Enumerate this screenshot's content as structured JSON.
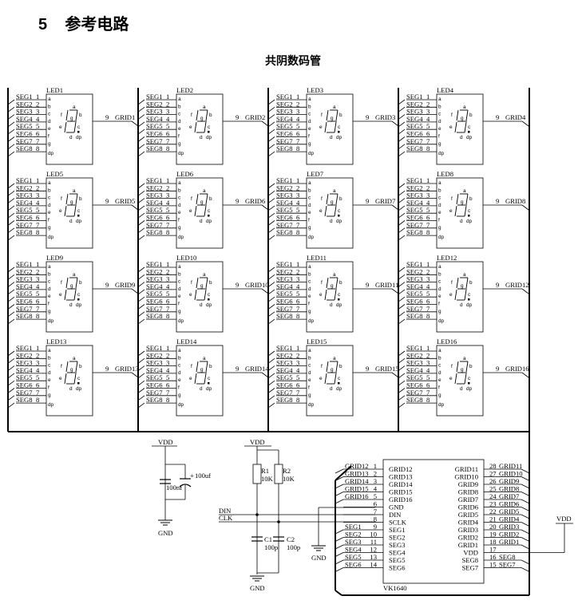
{
  "heading": {
    "number": "5",
    "title": "参考电路"
  },
  "diagram_title": "共阴数码管",
  "led_block": {
    "seg_labels": [
      "SEG1",
      "SEG2",
      "SEG3",
      "SEG4",
      "SEG5",
      "SEG6",
      "SEG7",
      "SEG8"
    ],
    "pin_numbers": [
      "1",
      "2",
      "3",
      "4",
      "5",
      "6",
      "7",
      "8"
    ],
    "seg_letters": [
      "a",
      "b",
      "c",
      "d",
      "e",
      "f",
      "g",
      "dp"
    ],
    "display_letters": {
      "a": "a",
      "b": "b",
      "c": "c",
      "d": "d",
      "e": "e",
      "f": "f",
      "g": "g",
      "dp": "dp"
    },
    "common_pin": "9"
  },
  "leds": [
    {
      "name": "LED1",
      "grid": "GRID1"
    },
    {
      "name": "LED2",
      "grid": "GRID2"
    },
    {
      "name": "LED3",
      "grid": "GRID3"
    },
    {
      "name": "LED4",
      "grid": "GRID4"
    },
    {
      "name": "LED5",
      "grid": "GRID5"
    },
    {
      "name": "LED6",
      "grid": "GRID6"
    },
    {
      "name": "LED7",
      "grid": "GRID7"
    },
    {
      "name": "LED8",
      "grid": "GRID8"
    },
    {
      "name": "LED9",
      "grid": "GRID9"
    },
    {
      "name": "LED10",
      "grid": "GRID10"
    },
    {
      "name": "LED11",
      "grid": "GRID11"
    },
    {
      "name": "LED12",
      "grid": "GRID12"
    },
    {
      "name": "LED13",
      "grid": "GRID13"
    },
    {
      "name": "LED14",
      "grid": "GRID14"
    },
    {
      "name": "LED15",
      "grid": "GRID15"
    },
    {
      "name": "LED16",
      "grid": "GRID16"
    }
  ],
  "power_filter": {
    "vdd": "VDD",
    "gnd": "GND",
    "cap_small": "100nf",
    "cap_large": "100uf",
    "polarity": "+"
  },
  "pullups": {
    "vdd": "VDD",
    "gnd": "GND",
    "r1_name": "R1",
    "r1_value": "10K",
    "r2_name": "R2",
    "r2_value": "10K",
    "c1_name": "C1",
    "c1_value": "100p",
    "c2_name": "C2",
    "c2_value": "100p",
    "din": "DIN",
    "clk": "CLK"
  },
  "ic": {
    "name": "VK1640",
    "left_pins": [
      {
        "net": "GRID12",
        "num": "1",
        "label": "GRID12"
      },
      {
        "net": "GRID13",
        "num": "2",
        "label": "GRID13"
      },
      {
        "net": "GRID14",
        "num": "3",
        "label": "GRID14"
      },
      {
        "net": "GRID15",
        "num": "4",
        "label": "GRID15"
      },
      {
        "net": "GRID16",
        "num": "5",
        "label": "GRID16"
      },
      {
        "net": "",
        "num": "6",
        "label": "GND"
      },
      {
        "net": "",
        "num": "7",
        "label": "DIN"
      },
      {
        "net": "",
        "num": "8",
        "label": "SCLK"
      },
      {
        "net": "SEG1",
        "num": "9",
        "label": "SEG1"
      },
      {
        "net": "SEG2",
        "num": "10",
        "label": "SEG2"
      },
      {
        "net": "SEG3",
        "num": "11",
        "label": "SEG3"
      },
      {
        "net": "SEG4",
        "num": "12",
        "label": "SEG4"
      },
      {
        "net": "SEG5",
        "num": "13",
        "label": "SEG5"
      },
      {
        "net": "SEG6",
        "num": "14",
        "label": "SEG6"
      }
    ],
    "right_pins": [
      {
        "label": "GRID11",
        "num": "28",
        "net": "GRID11"
      },
      {
        "label": "GRID10",
        "num": "27",
        "net": "GRID10"
      },
      {
        "label": "GRID9",
        "num": "26",
        "net": "GRID9"
      },
      {
        "label": "GRID8",
        "num": "25",
        "net": "GRID8"
      },
      {
        "label": "GRID7",
        "num": "24",
        "net": "GRID7"
      },
      {
        "label": "GRID6",
        "num": "23",
        "net": "GRID6"
      },
      {
        "label": "GRID5",
        "num": "22",
        "net": "GRID5"
      },
      {
        "label": "GRID4",
        "num": "21",
        "net": "GRID4"
      },
      {
        "label": "GRID3",
        "num": "20",
        "net": "GRID3"
      },
      {
        "label": "GRID2",
        "num": "19",
        "net": "GRID2"
      },
      {
        "label": "GRID1",
        "num": "18",
        "net": "GRID1"
      },
      {
        "label": "VDD",
        "num": "17",
        "net": ""
      },
      {
        "label": "SEG8",
        "num": "16",
        "net": "SEG8"
      },
      {
        "label": "SEG7",
        "num": "15",
        "net": "SEG7"
      }
    ],
    "ic_gnd": "GND",
    "ic_vdd": "VDD"
  }
}
